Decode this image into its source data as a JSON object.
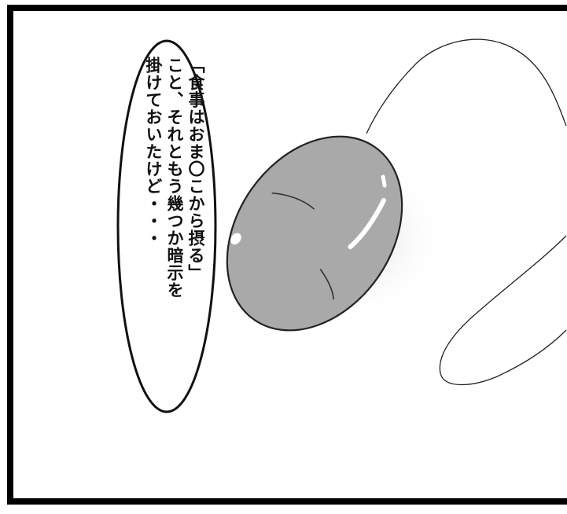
{
  "speech_bubble": {
    "line1": "「食事はおま〇こから摂る」",
    "line2": "こと、それともう幾つか暗示を",
    "line3": "掛けておいたけど・・・"
  },
  "colors": {
    "ink": "#111111",
    "panel_border": "#000000",
    "object_fill": "#a9a9a9",
    "background": "#ffffff"
  }
}
